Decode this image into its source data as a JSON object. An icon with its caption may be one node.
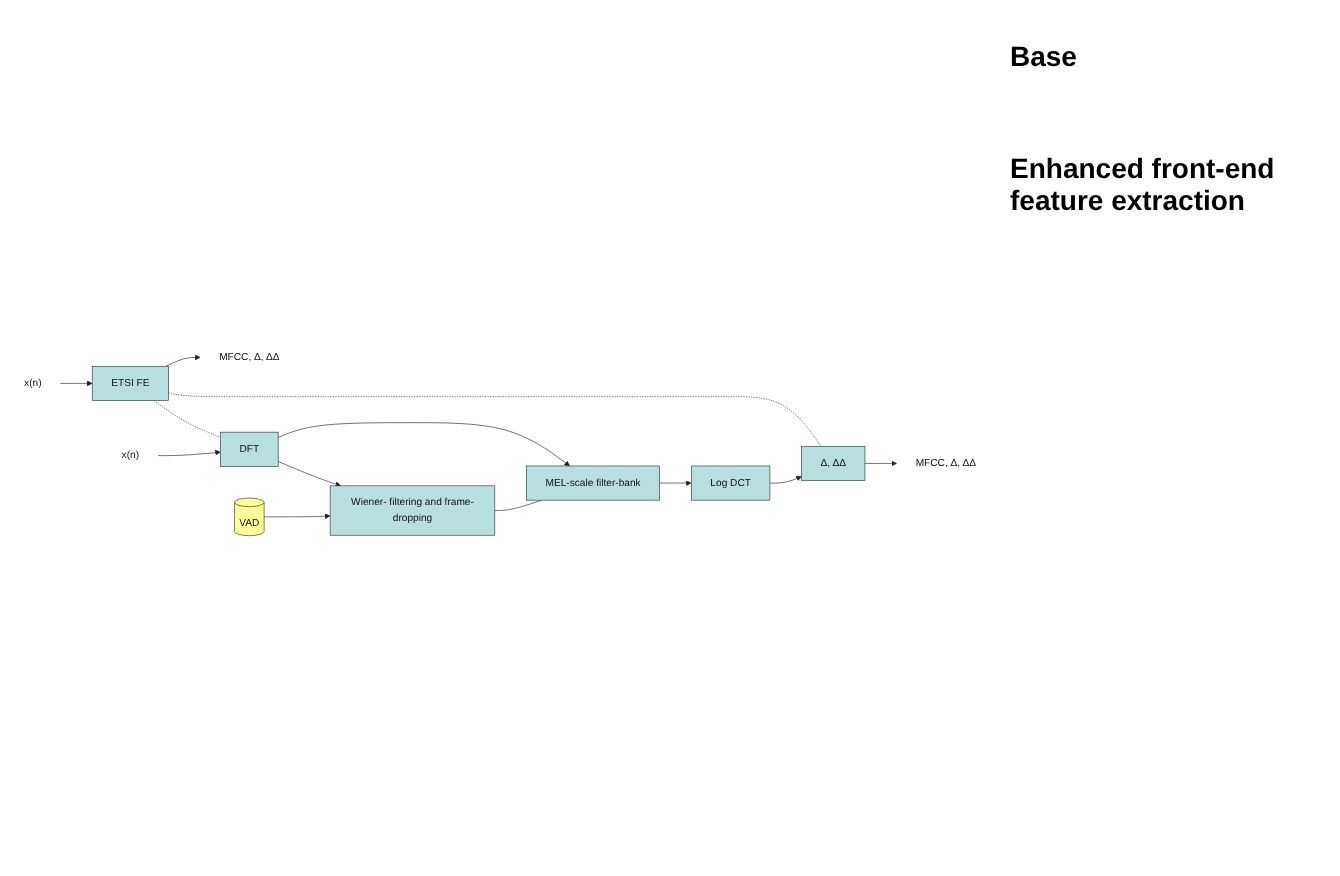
{
  "diagram": {
    "nodes": [
      {
        "text": [
          "x(n)"
        ]
      },
      {
        "text": [
          "ETSI FE"
        ]
      },
      {
        "text": [
          "MFCC, Δ, ΔΔ"
        ]
      },
      {
        "text": [
          "x(n)"
        ]
      },
      {
        "text": [
          "DFT"
        ]
      },
      {
        "text": [
          "MEL-scale filter-bank"
        ]
      },
      {
        "text": [
          "Log DCT"
        ]
      },
      {
        "text": [
          "Δ, ΔΔ"
        ]
      },
      {
        "text": [
          "MFCC, Δ, ΔΔ"
        ]
      },
      {
        "text": [
          "Wiener- filtering and frame-dropping"
        ]
      },
      {
        "text": [
          "VAD"
        ]
      }
    ],
    "edges": [
      {
        "from": 0,
        "to": 1,
        "arrow": "to"
      },
      {
        "from": 1,
        "to": 2,
        "arrow": "to"
      },
      {
        "from": 1,
        "to": 4,
        "arrow": "none",
        "style": "dashed"
      },
      {
        "from": 1,
        "to": 7,
        "arrow": "none",
        "style": "dashed"
      },
      {
        "from": 3,
        "to": 4,
        "arrow": "to"
      },
      {
        "from": 4,
        "to": 5,
        "arrow": "to"
      },
      {
        "from": 5,
        "to": 6,
        "arrow": "to"
      },
      {
        "from": 6,
        "to": 7,
        "arrow": "to"
      },
      {
        "from": 7,
        "to": 8,
        "arrow": "to"
      },
      {
        "from": 4,
        "to": 9,
        "arrow": "to"
      },
      {
        "from": 9,
        "to": 5,
        "arrow": "none"
      },
      {
        "from": 10,
        "to": 9,
        "arrow": "to"
      }
    ],
    "labels": [
      "Base",
      "Enhanced front-end feature extraction"
    ]
  }
}
